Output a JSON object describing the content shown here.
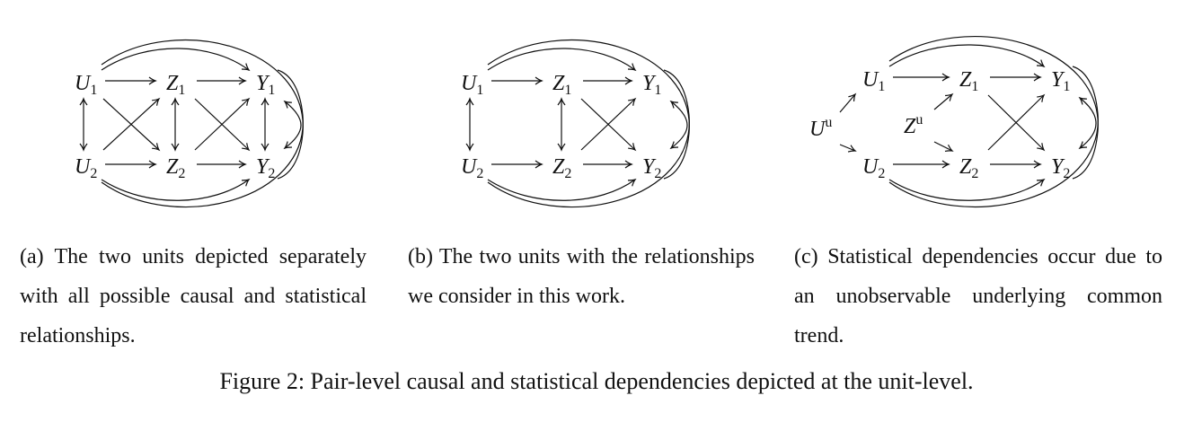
{
  "panels": [
    {
      "id": "a",
      "caption": "(a) The two units depicted separately with all possible causal and statistical relationships.",
      "nodes": [
        {
          "id": "U1",
          "base": "U",
          "sub": "1"
        },
        {
          "id": "Z1",
          "base": "Z",
          "sub": "1"
        },
        {
          "id": "Y1",
          "base": "Y",
          "sub": "1"
        },
        {
          "id": "U2",
          "base": "U",
          "sub": "2"
        },
        {
          "id": "Z2",
          "base": "Z",
          "sub": "2"
        },
        {
          "id": "Y2",
          "base": "Y",
          "sub": "2"
        }
      ],
      "edges": [
        {
          "from": "U1",
          "to": "Z1"
        },
        {
          "from": "Z1",
          "to": "Y1"
        },
        {
          "from": "U2",
          "to": "Z2"
        },
        {
          "from": "Z2",
          "to": "Y2"
        },
        {
          "from": "U1",
          "to": "U2",
          "bi": true
        },
        {
          "from": "Z1",
          "to": "Z2",
          "bi": true
        },
        {
          "from": "Y1",
          "to": "Y2",
          "bi": true
        },
        {
          "from": "U1",
          "to": "Z2"
        },
        {
          "from": "U2",
          "to": "Z1"
        },
        {
          "from": "Z1",
          "to": "Y2"
        },
        {
          "from": "Z2",
          "to": "Y1"
        },
        {
          "from": "U1",
          "to": "Y1",
          "curve": "top"
        },
        {
          "from": "U2",
          "to": "Y2",
          "curve": "bottom"
        },
        {
          "from": "U1",
          "to": "Y2",
          "curve": "outer"
        },
        {
          "from": "U2",
          "to": "Y1",
          "curve": "outer"
        },
        {
          "from": "Y1",
          "to": "Y2",
          "bi": true,
          "curve": "right"
        }
      ]
    },
    {
      "id": "b",
      "caption": "(b) The two units with the relationships we consider in this work.",
      "nodes": [
        {
          "id": "U1",
          "base": "U",
          "sub": "1"
        },
        {
          "id": "Z1",
          "base": "Z",
          "sub": "1"
        },
        {
          "id": "Y1",
          "base": "Y",
          "sub": "1"
        },
        {
          "id": "U2",
          "base": "U",
          "sub": "2"
        },
        {
          "id": "Z2",
          "base": "Z",
          "sub": "2"
        },
        {
          "id": "Y2",
          "base": "Y",
          "sub": "2"
        }
      ],
      "edges": [
        {
          "from": "U1",
          "to": "Z1"
        },
        {
          "from": "Z1",
          "to": "Y1"
        },
        {
          "from": "U2",
          "to": "Z2"
        },
        {
          "from": "Z2",
          "to": "Y2"
        },
        {
          "from": "U1",
          "to": "U2",
          "bi": true
        },
        {
          "from": "Z1",
          "to": "Z2",
          "bi": true
        },
        {
          "from": "Z1",
          "to": "Y2"
        },
        {
          "from": "Z2",
          "to": "Y1"
        },
        {
          "from": "U1",
          "to": "Y1",
          "curve": "top"
        },
        {
          "from": "U2",
          "to": "Y2",
          "curve": "bottom"
        },
        {
          "from": "U1",
          "to": "Y2",
          "curve": "outer"
        },
        {
          "from": "U2",
          "to": "Y1",
          "curve": "outer"
        },
        {
          "from": "Y1",
          "to": "Y2",
          "bi": true,
          "curve": "right"
        }
      ]
    },
    {
      "id": "c",
      "caption": "(c) Statistical dependencies occur due to an unobservable underlying common trend.",
      "nodes": [
        {
          "id": "U1",
          "base": "U",
          "sub": "1"
        },
        {
          "id": "Z1",
          "base": "Z",
          "sub": "1"
        },
        {
          "id": "Y1",
          "base": "Y",
          "sub": "1"
        },
        {
          "id": "U2",
          "base": "U",
          "sub": "2"
        },
        {
          "id": "Z2",
          "base": "Z",
          "sub": "2"
        },
        {
          "id": "Y2",
          "base": "Y",
          "sub": "2"
        },
        {
          "id": "Uu",
          "base": "U",
          "sup": "u"
        },
        {
          "id": "Zu",
          "base": "Z",
          "sup": "u"
        }
      ],
      "edges": [
        {
          "from": "U1",
          "to": "Z1"
        },
        {
          "from": "Z1",
          "to": "Y1"
        },
        {
          "from": "U2",
          "to": "Z2"
        },
        {
          "from": "Z2",
          "to": "Y2"
        },
        {
          "from": "Uu",
          "to": "U1",
          "short": true
        },
        {
          "from": "Uu",
          "to": "U2",
          "short": true
        },
        {
          "from": "Zu",
          "to": "Z1",
          "short": true
        },
        {
          "from": "Zu",
          "to": "Z2",
          "short": true
        },
        {
          "from": "Z1",
          "to": "Y2"
        },
        {
          "from": "Z2",
          "to": "Y1"
        },
        {
          "from": "U1",
          "to": "Y1",
          "curve": "top"
        },
        {
          "from": "U2",
          "to": "Y2",
          "curve": "bottom"
        },
        {
          "from": "U1",
          "to": "Y2",
          "curve": "outer"
        },
        {
          "from": "U2",
          "to": "Y1",
          "curve": "outer"
        },
        {
          "from": "Y1",
          "to": "Y2",
          "bi": true,
          "curve": "right"
        }
      ]
    }
  ],
  "figure_caption": "Figure 2: Pair-level causal and statistical dependencies depicted at the unit-level."
}
